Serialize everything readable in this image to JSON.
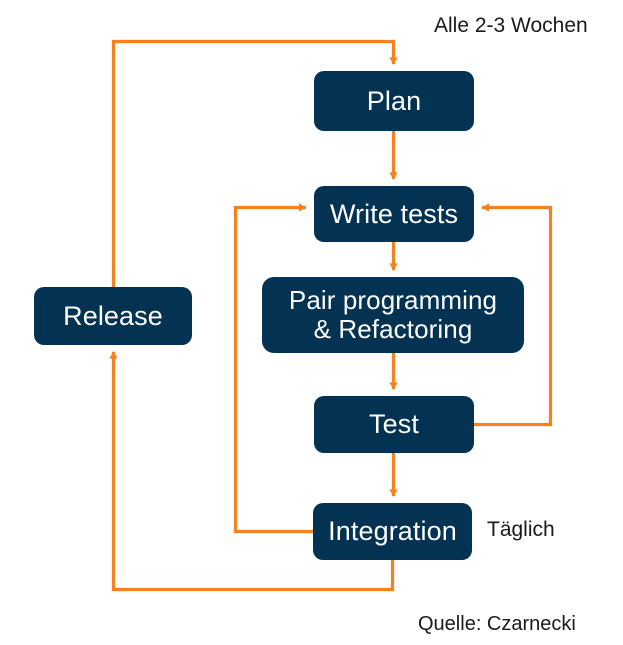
{
  "diagram": {
    "title_visible": false,
    "colors": {
      "node_fill": "#043253",
      "node_text": "#ffffff",
      "connector": "#F5821F",
      "caption_text": "#1a1a1a",
      "background": "#ffffff"
    },
    "nodes": [
      {
        "id": "plan",
        "label": "Plan"
      },
      {
        "id": "write-tests",
        "label": "Write tests"
      },
      {
        "id": "pair",
        "label": "Pair programming\n& Refactoring"
      },
      {
        "id": "test",
        "label": "Test"
      },
      {
        "id": "integration",
        "label": "Integration"
      },
      {
        "id": "release",
        "label": "Release"
      }
    ],
    "captions": {
      "cadence_long": "Alle 2-3 Wochen",
      "cadence_short": "Täglich",
      "source": "Quelle: Czarnecki"
    },
    "connectors": [
      {
        "from": "release",
        "to": "plan",
        "label": ""
      },
      {
        "from": "plan",
        "to": "write-tests",
        "label": ""
      },
      {
        "from": "write-tests",
        "to": "pair",
        "label": ""
      },
      {
        "from": "pair",
        "to": "test",
        "label": ""
      },
      {
        "from": "test",
        "to": "integration",
        "label": ""
      },
      {
        "from": "test",
        "to": "write-tests",
        "label": ""
      },
      {
        "from": "integration",
        "to": "write-tests",
        "label": ""
      },
      {
        "from": "integration",
        "to": "release",
        "label": ""
      }
    ]
  }
}
